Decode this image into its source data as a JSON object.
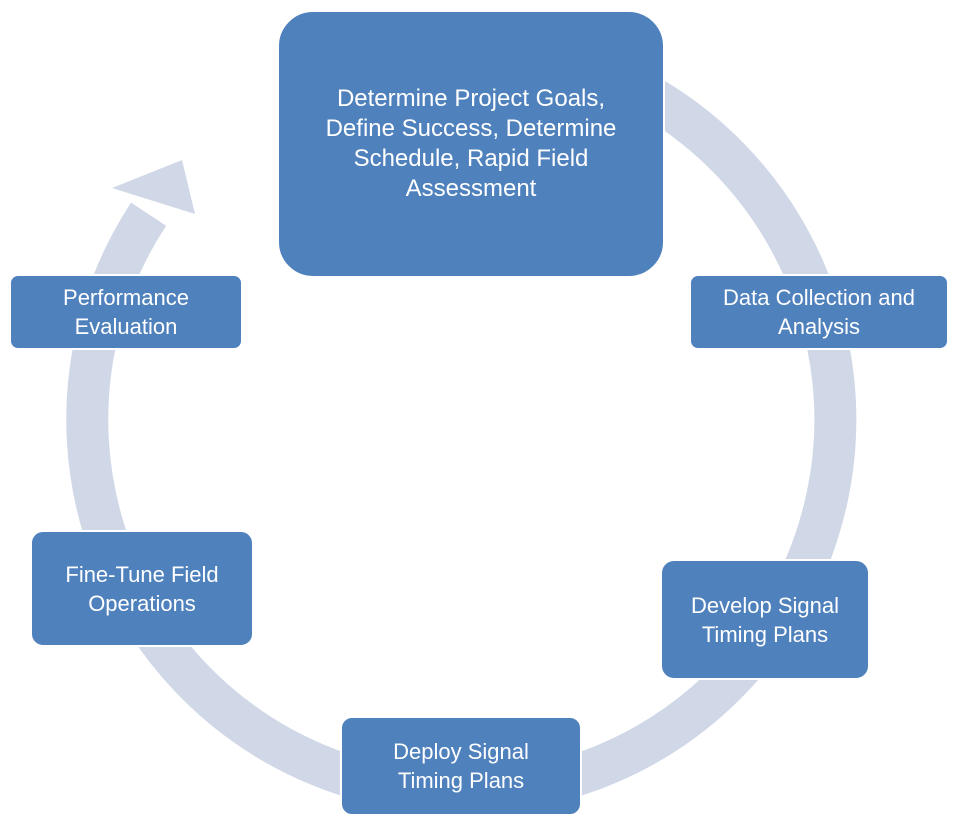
{
  "diagram": {
    "type": "cycle",
    "colors": {
      "node_fill": "#4f81bd",
      "node_text": "#ffffff",
      "ring": "#d0d8e8"
    },
    "nodes": [
      {
        "id": "goals",
        "label": "Determine Project Goals,\nDefine Success, Determine\nSchedule, Rapid Field\nAssessment"
      },
      {
        "id": "data",
        "label": "Data Collection and\nAnalysis"
      },
      {
        "id": "develop",
        "label": "Develop Signal\nTiming Plans"
      },
      {
        "id": "deploy",
        "label": "Deploy Signal\nTiming Plans"
      },
      {
        "id": "finetune",
        "label": "Fine-Tune Field\nOperations"
      },
      {
        "id": "perf",
        "label": "Performance\nEvaluation"
      }
    ]
  }
}
